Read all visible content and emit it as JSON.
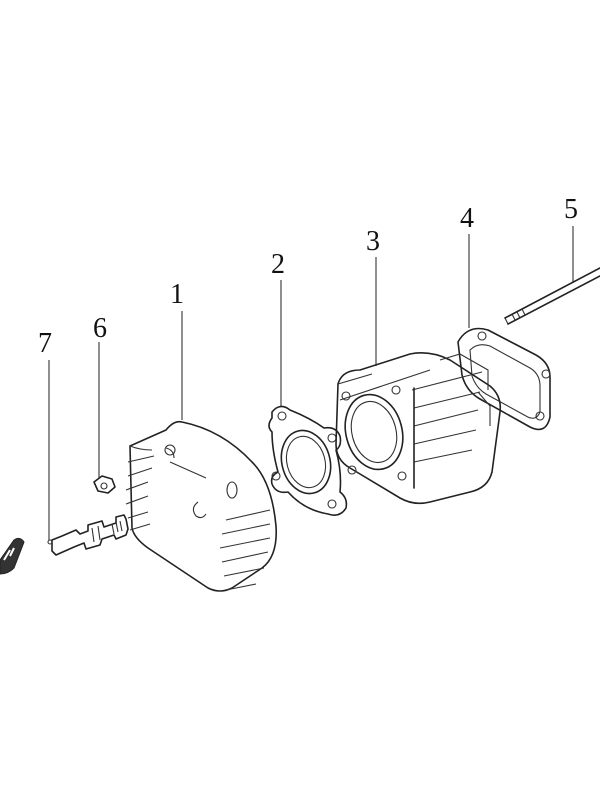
{
  "diagram": {
    "type": "exploded-parts-diagram",
    "callouts": [
      {
        "number": "1",
        "part": "cylinder-head"
      },
      {
        "number": "2",
        "part": "head-gasket"
      },
      {
        "number": "3",
        "part": "cylinder"
      },
      {
        "number": "4",
        "part": "base-gasket"
      },
      {
        "number": "5",
        "part": "stud-bolt"
      },
      {
        "number": "6",
        "part": "nut"
      },
      {
        "number": "7",
        "part": "spark-plug"
      }
    ]
  }
}
